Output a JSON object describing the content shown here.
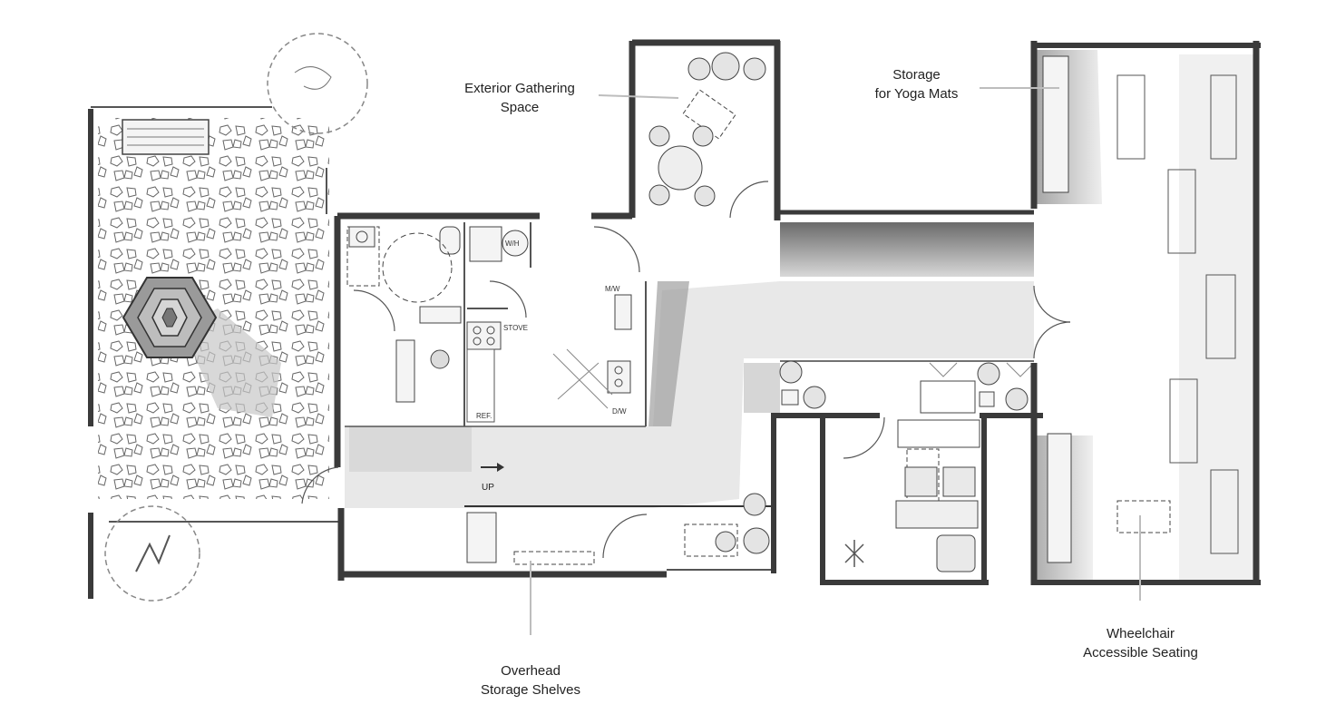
{
  "callouts": {
    "exterior_gathering": [
      "Exterior Gathering",
      "Space"
    ],
    "yoga_storage": [
      "Storage",
      "for Yoga Mats"
    ],
    "overhead_storage": [
      "Overhead",
      "Storage Shelves"
    ],
    "wheelchair_seating": [
      "Wheelchair",
      "Accessible Seating"
    ]
  },
  "fixtures": {
    "water_heater": "W/H",
    "stove": "STOVE",
    "microwave": "M/W",
    "refrigerator": "REF.",
    "dishwasher": "D/W",
    "stair_label": "UP"
  },
  "colors": {
    "wall": "#3a3a3a",
    "shadow": "#b9b9b9",
    "leader": "#bdbdbd",
    "ink": "#444444",
    "text": "#222222"
  }
}
